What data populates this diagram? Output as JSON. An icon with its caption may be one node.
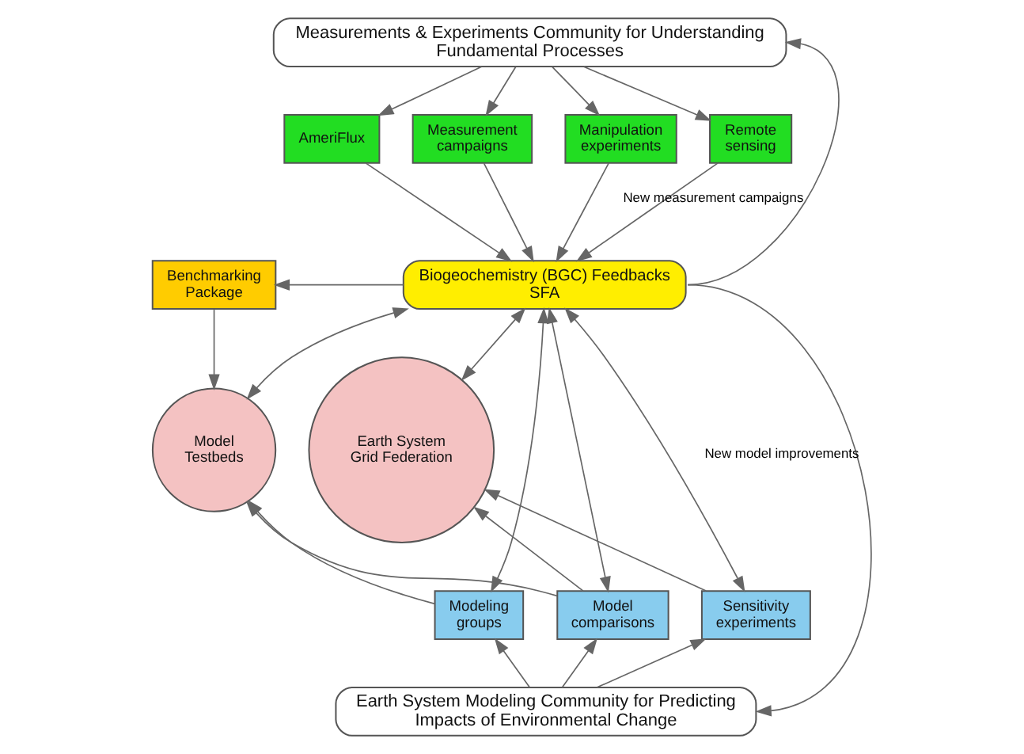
{
  "diagram": {
    "nodes": [
      {
        "text": [
          "Measurements & Experiments Community for Understanding Fundamental Processes"
        ]
      },
      {
        "text": [
          "AmeriFlux"
        ]
      },
      {
        "text": [
          "Measurement campaigns"
        ]
      },
      {
        "text": [
          "Manipulation experiments"
        ]
      },
      {
        "text": [
          "Remote sensing"
        ]
      },
      {
        "text": [
          "Benchmarking Package"
        ]
      },
      {
        "text": [
          "Biogeochemistry (BGC) Feedbacks SFA"
        ]
      },
      {
        "text": [
          "Model Testbeds"
        ]
      },
      {
        "text": [
          "Earth System Grid Federation"
        ]
      },
      {
        "text": [
          "Modeling groups"
        ]
      },
      {
        "text": [
          "Model comparisons"
        ]
      },
      {
        "text": [
          "Sensitivity experiments"
        ]
      },
      {
        "text": [
          "Earth System Modeling Community for Predicting Impacts of Environmental Change"
        ]
      }
    ],
    "edges": [
      {
        "from": 0,
        "to": 1,
        "arrow": "to"
      },
      {
        "from": 0,
        "to": 2,
        "arrow": "to"
      },
      {
        "from": 0,
        "to": 3,
        "arrow": "to"
      },
      {
        "from": 0,
        "to": 4,
        "arrow": "to"
      },
      {
        "from": 1,
        "to": 6,
        "arrow": "to"
      },
      {
        "from": 2,
        "to": 6,
        "arrow": "to"
      },
      {
        "from": 3,
        "to": 6,
        "arrow": "to"
      },
      {
        "from": 4,
        "to": 6,
        "arrow": "to"
      },
      {
        "from": 6,
        "to": 5,
        "arrow": "to"
      },
      {
        "from": 5,
        "to": 7,
        "arrow": "to"
      },
      {
        "from": 6,
        "to": 7,
        "arrow": "both"
      },
      {
        "from": 6,
        "to": 8,
        "arrow": "both"
      },
      {
        "from": 6,
        "to": 9,
        "arrow": "both"
      },
      {
        "from": 6,
        "to": 10,
        "arrow": "both"
      },
      {
        "from": 6,
        "to": 11,
        "arrow": "both"
      },
      {
        "from": 9,
        "to": 7,
        "arrow": "to"
      },
      {
        "from": 10,
        "to": 7,
        "arrow": "to"
      },
      {
        "from": 10,
        "to": 8,
        "arrow": "to"
      },
      {
        "from": 11,
        "to": 8,
        "arrow": "to"
      },
      {
        "from": 12,
        "to": 9,
        "arrow": "to"
      },
      {
        "from": 12,
        "to": 10,
        "arrow": "to"
      },
      {
        "from": 12,
        "to": 11,
        "arrow": "to"
      },
      {
        "from": 6,
        "to": 0,
        "arrow": "to",
        "label": "New measurement campaigns"
      },
      {
        "from": 6,
        "to": 12,
        "arrow": "to",
        "label": "New model improvements"
      }
    ]
  }
}
